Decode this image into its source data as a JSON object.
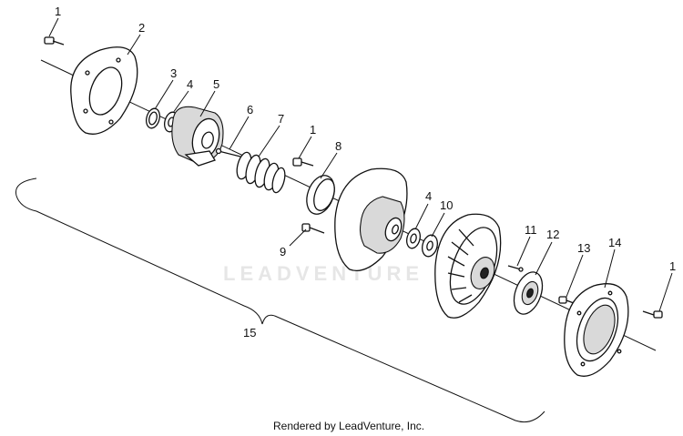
{
  "diagram": {
    "callouts": {
      "c1a": "1",
      "c2": "2",
      "c3": "3",
      "c4a": "4",
      "c5": "5",
      "c6": "6",
      "c7": "7",
      "c1b": "1",
      "c8": "8",
      "c4b": "4",
      "c10": "10",
      "c9": "9",
      "c11": "11",
      "c12": "12",
      "c13": "13",
      "c14": "14",
      "c1c": "1",
      "c15": "15"
    },
    "watermark": "LEADVENTURE",
    "footer": "Rendered by LeadVenture, Inc."
  }
}
